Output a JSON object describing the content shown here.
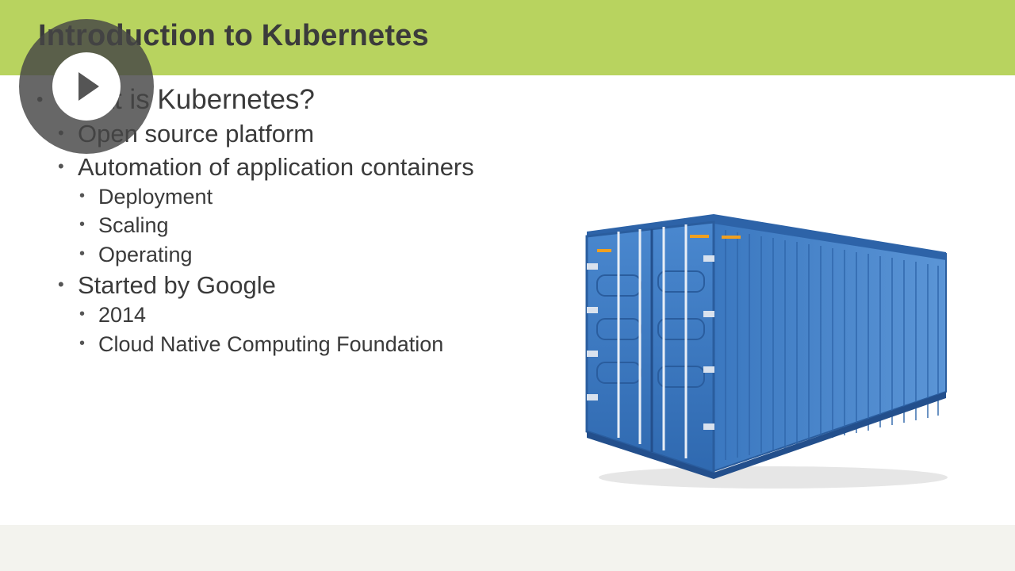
{
  "slide": {
    "title": "Introduction to Kubernetes",
    "bullets": [
      {
        "level": 1,
        "text": "What is Kubernetes?"
      },
      {
        "level": 2,
        "text": "Open source platform"
      },
      {
        "level": 2,
        "text": "Automation of application containers"
      },
      {
        "level": 3,
        "text": "Deployment"
      },
      {
        "level": 3,
        "text": "Scaling"
      },
      {
        "level": 3,
        "text": "Operating"
      },
      {
        "level": 2,
        "text": "Started by Google"
      },
      {
        "level": 3,
        "text": "2014"
      },
      {
        "level": 3,
        "text": "Cloud Native Computing Foundation"
      }
    ],
    "bullet_char": "•"
  },
  "image": {
    "icon": "shipping-container-illustration"
  },
  "player": {
    "icon": "play-icon"
  },
  "colors": {
    "header": "#b8d35f",
    "title_text": "#3b3b3b",
    "body_text": "#3a3a3a",
    "footer": "#f3f3ee",
    "container_blue": "#3d7fc9"
  }
}
